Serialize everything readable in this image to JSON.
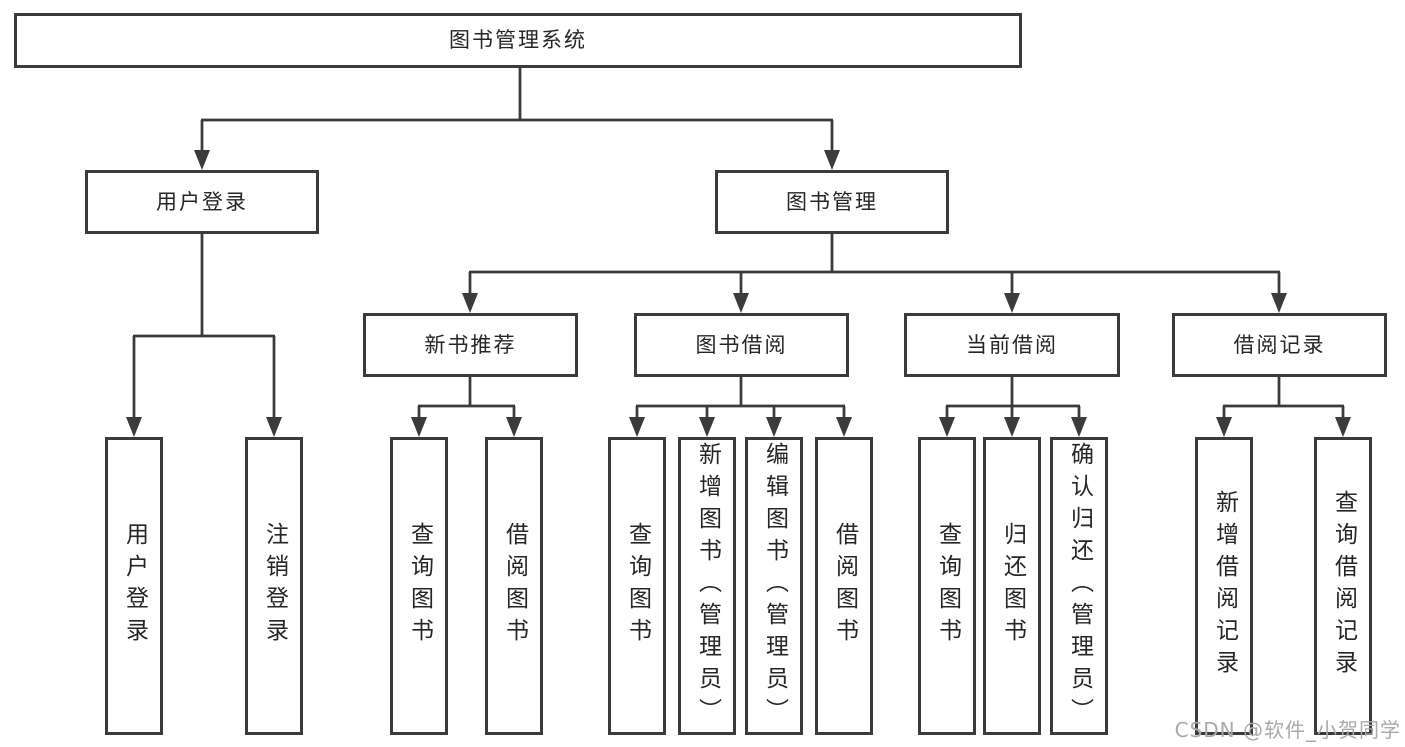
{
  "diagram": {
    "root": {
      "label": "图书管理系统"
    },
    "branches": [
      {
        "label": "用户登录",
        "children": [
          {
            "label": "用户登录"
          },
          {
            "label": "注销登录"
          }
        ]
      },
      {
        "label": "图书管理",
        "children": [
          {
            "label": "新书推荐",
            "children": [
              {
                "label": "查询图书"
              },
              {
                "label": "借阅图书"
              }
            ]
          },
          {
            "label": "图书借阅",
            "children": [
              {
                "label": "查询图书"
              },
              {
                "label": "新增图书（管理员）"
              },
              {
                "label": "编辑图书（管理员）"
              },
              {
                "label": "借阅图书"
              }
            ]
          },
          {
            "label": "当前借阅",
            "children": [
              {
                "label": "查询图书"
              },
              {
                "label": "归还图书"
              },
              {
                "label": "确认归还（管理员）"
              }
            ]
          },
          {
            "label": "借阅记录",
            "children": [
              {
                "label": "新增借阅记录"
              },
              {
                "label": "查询借阅记录"
              }
            ]
          }
        ]
      }
    ]
  },
  "watermark": {
    "text": "CSDN @软件_小贺同学"
  },
  "colors": {
    "line": "#3b3b3b",
    "box-border": "#3b3b3b",
    "text": "#262626",
    "watermark": "#a9a9a9",
    "background": "#ffffff"
  }
}
